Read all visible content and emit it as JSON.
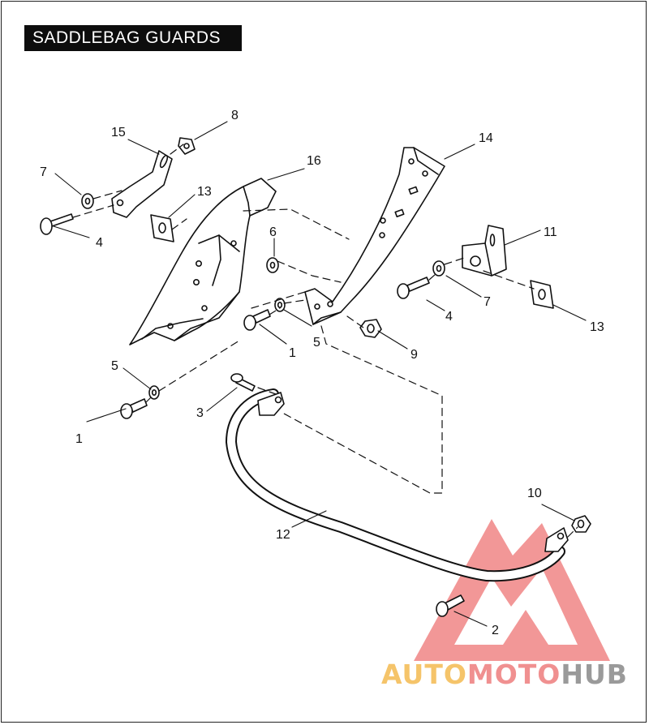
{
  "title": "SADDLEBAG GUARDS",
  "callouts": [
    {
      "id": "c1a",
      "label": "1"
    },
    {
      "id": "c1b",
      "label": "1"
    },
    {
      "id": "c2",
      "label": "2"
    },
    {
      "id": "c3",
      "label": "3"
    },
    {
      "id": "c4a",
      "label": "4"
    },
    {
      "id": "c4b",
      "label": "4"
    },
    {
      "id": "c5a",
      "label": "5"
    },
    {
      "id": "c5b",
      "label": "5"
    },
    {
      "id": "c6",
      "label": "6"
    },
    {
      "id": "c7a",
      "label": "7"
    },
    {
      "id": "c7b",
      "label": "7"
    },
    {
      "id": "c8",
      "label": "8"
    },
    {
      "id": "c9",
      "label": "9"
    },
    {
      "id": "c10",
      "label": "10"
    },
    {
      "id": "c11",
      "label": "11"
    },
    {
      "id": "c12",
      "label": "12"
    },
    {
      "id": "c13a",
      "label": "13"
    },
    {
      "id": "c13b",
      "label": "13"
    },
    {
      "id": "c14",
      "label": "14"
    },
    {
      "id": "c15",
      "label": "15"
    },
    {
      "id": "c16",
      "label": "16"
    }
  ],
  "watermark": {
    "part1": "AUTO",
    "part2": "MOTO",
    "part3": "HUB",
    "colors": {
      "triangle": "#ec6e6e",
      "auto": "#f5c46a",
      "moto": "#f09090",
      "hub": "#9a9a9a"
    }
  }
}
